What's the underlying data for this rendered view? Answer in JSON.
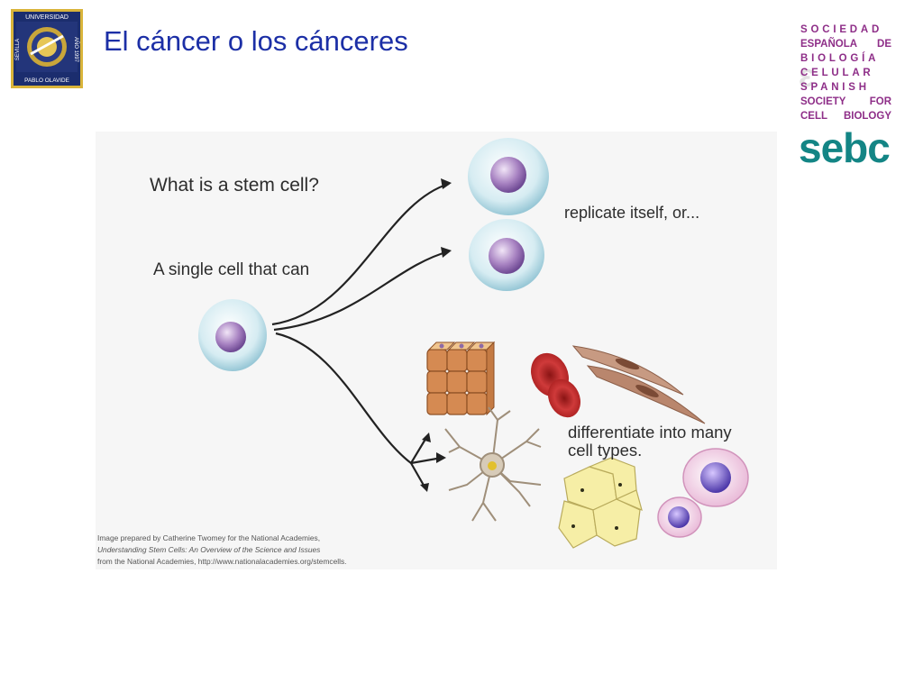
{
  "header": {
    "title": "El cáncer o los cánceres",
    "univ_logo": {
      "top_text": "UNIVERSIDAD",
      "left_text": "SEVILLA",
      "right_text": "AÑO 1997",
      "bottom_text": "PABLO OLAVIDE"
    },
    "sebc_logo": {
      "lines": [
        "SOCIEDAD",
        "ESPAÑOLA DE",
        "BIOLOGÍA",
        "CELULAR",
        "SPANISH",
        "SOCIETY FOR",
        "CELL BIOLOGY"
      ],
      "mark": "sebc",
      "colors": {
        "text": "#8e2e88",
        "mark": "#138585"
      }
    }
  },
  "figure": {
    "question": "What is a stem cell?",
    "subject": "A single cell that can",
    "option_replicate": "replicate itself, or...",
    "option_differentiate_line1": "differentiate into many",
    "option_differentiate_line2": "cell types.",
    "credit_lines": [
      "Image prepared by Catherine Twomey for the National Academies,",
      "Understanding Stem Cells: An Overview of the Science and Issues",
      "from the National Academies, http://www.nationalacademies.org/stemcells."
    ],
    "colors": {
      "cell_body": "#bfe0ea",
      "nucleus": "#9e72b8",
      "arrow": "#222222"
    }
  }
}
